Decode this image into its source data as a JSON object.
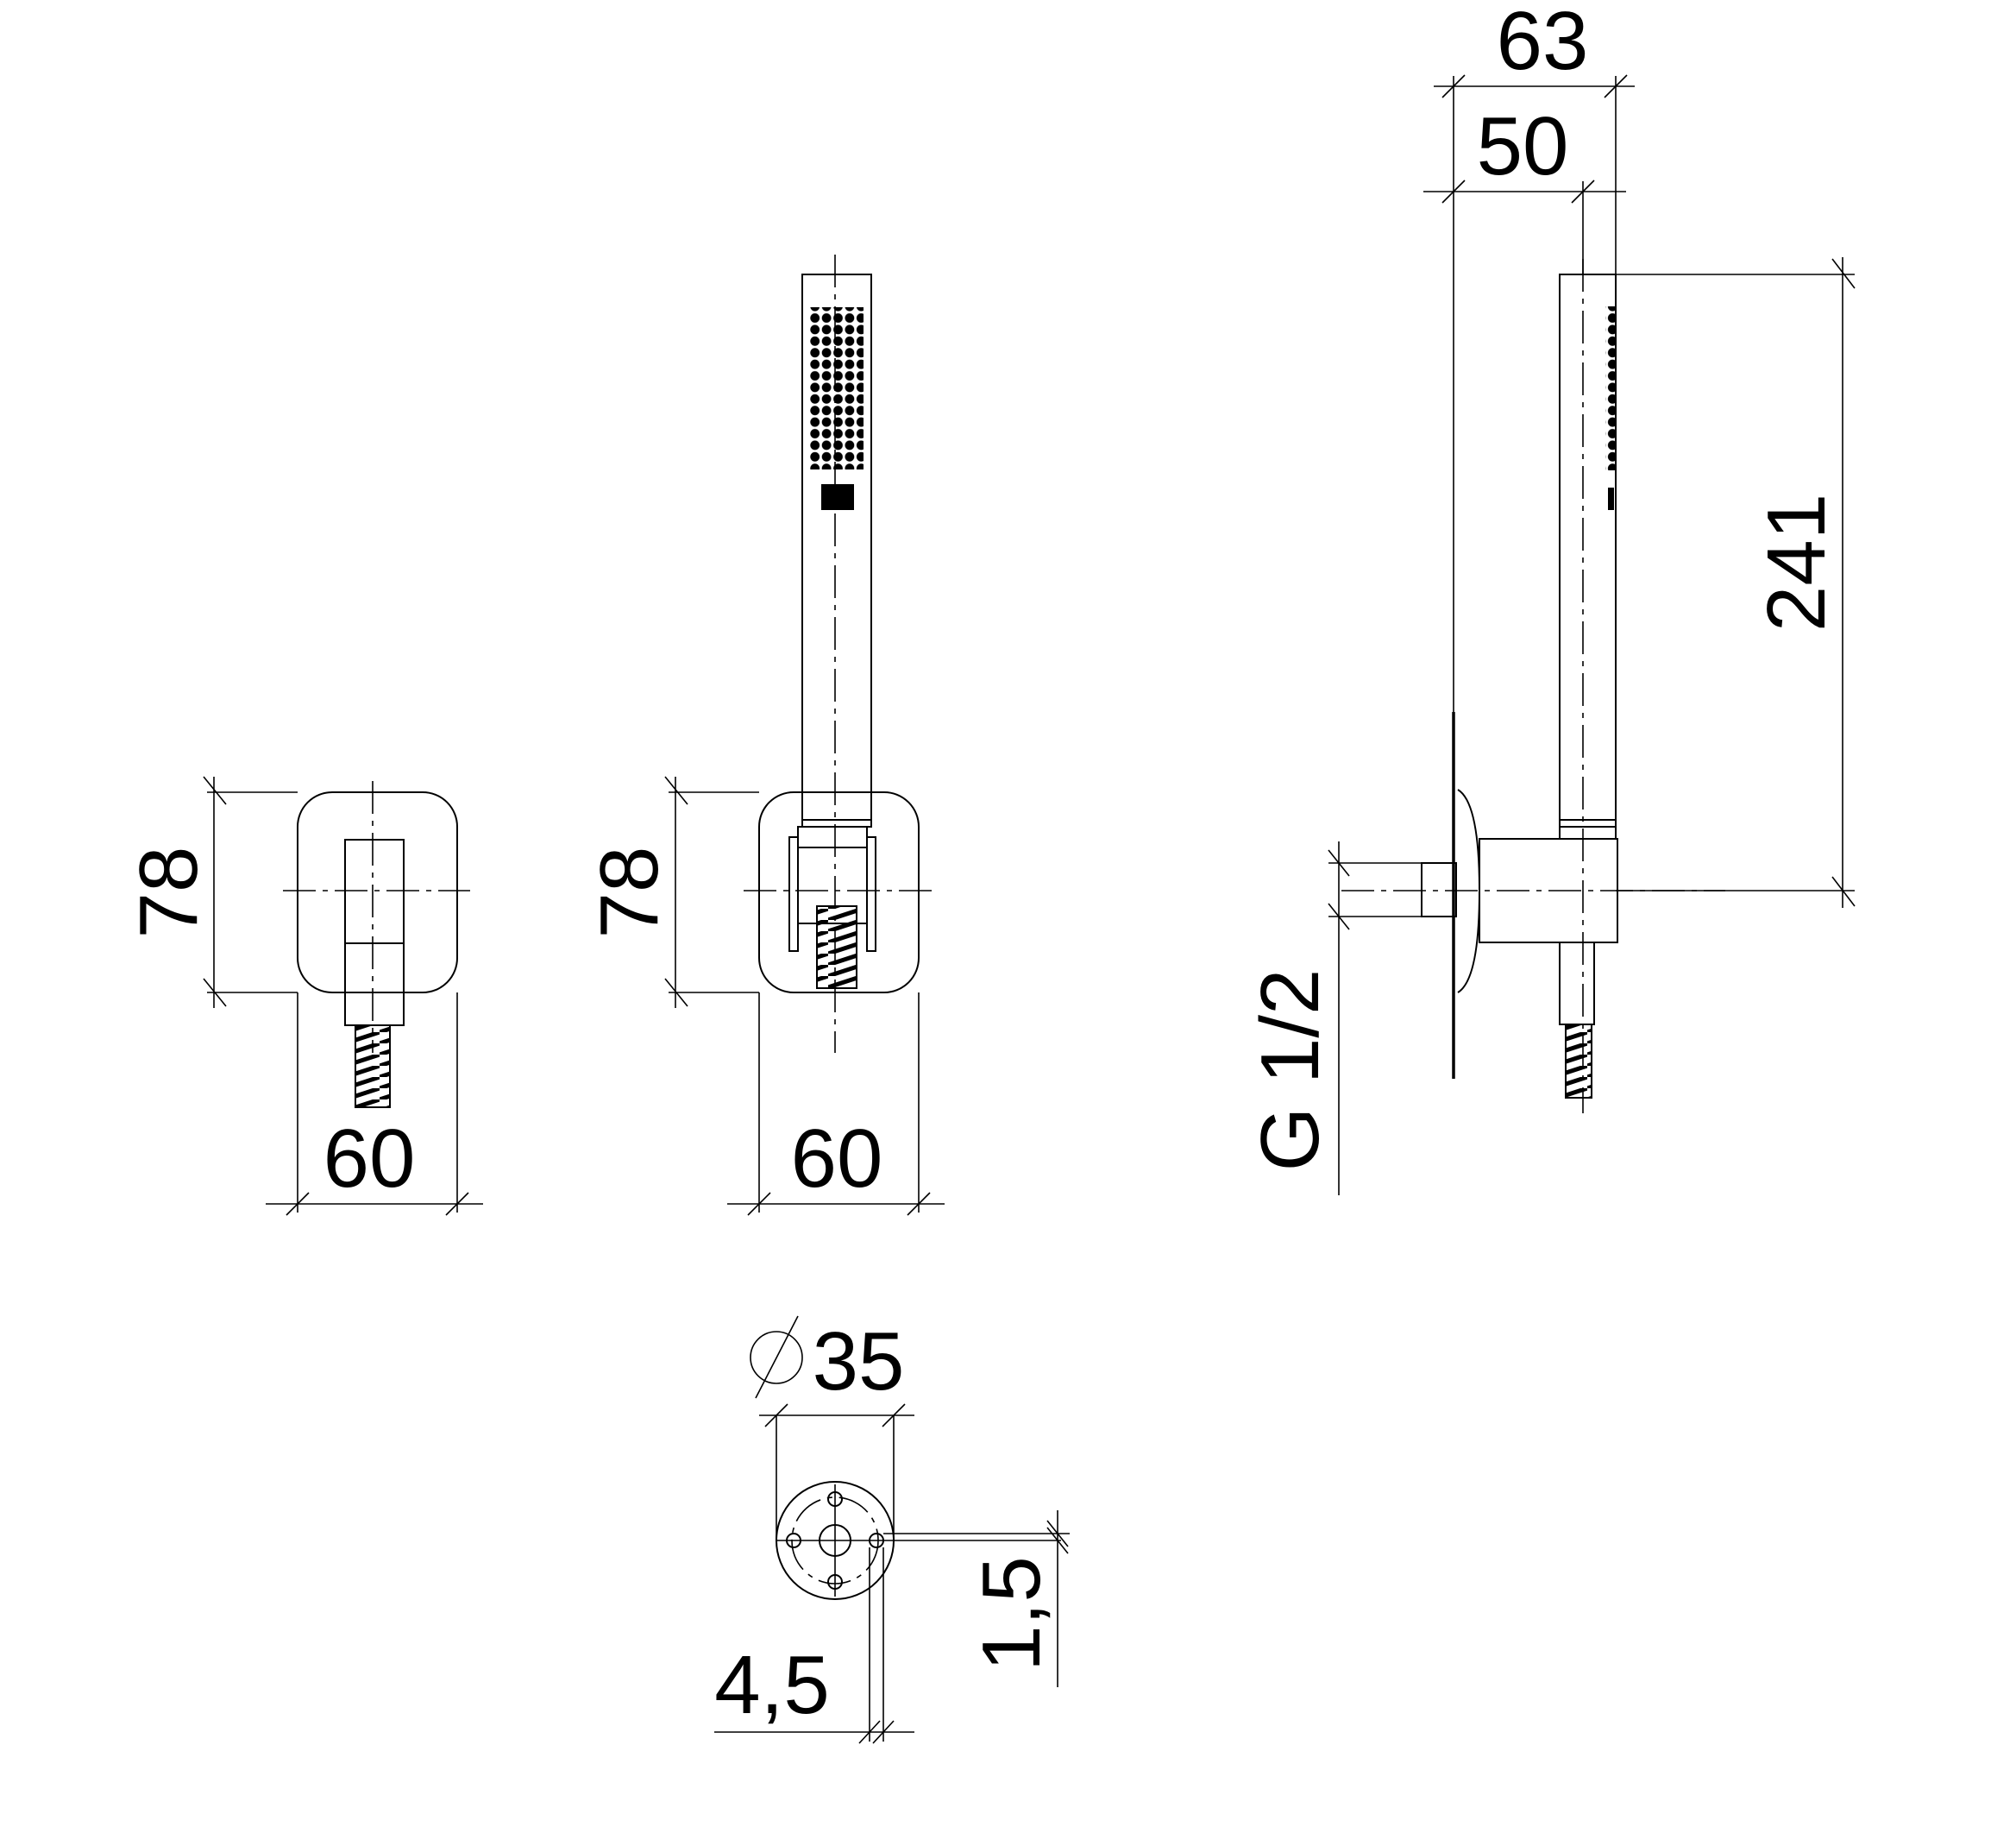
{
  "dimensions": {
    "front_height": "78",
    "front_width": "60",
    "mid_height": "78",
    "mid_width": "60",
    "side_overall_depth": "63",
    "side_depth": "50",
    "side_length": "241",
    "thread": "G 1/2",
    "rosette_diameter": "35",
    "rosette_offset": "1,5",
    "rosette_hole": "4,5"
  },
  "symbols": {
    "diameter": "diameter-symbol"
  }
}
